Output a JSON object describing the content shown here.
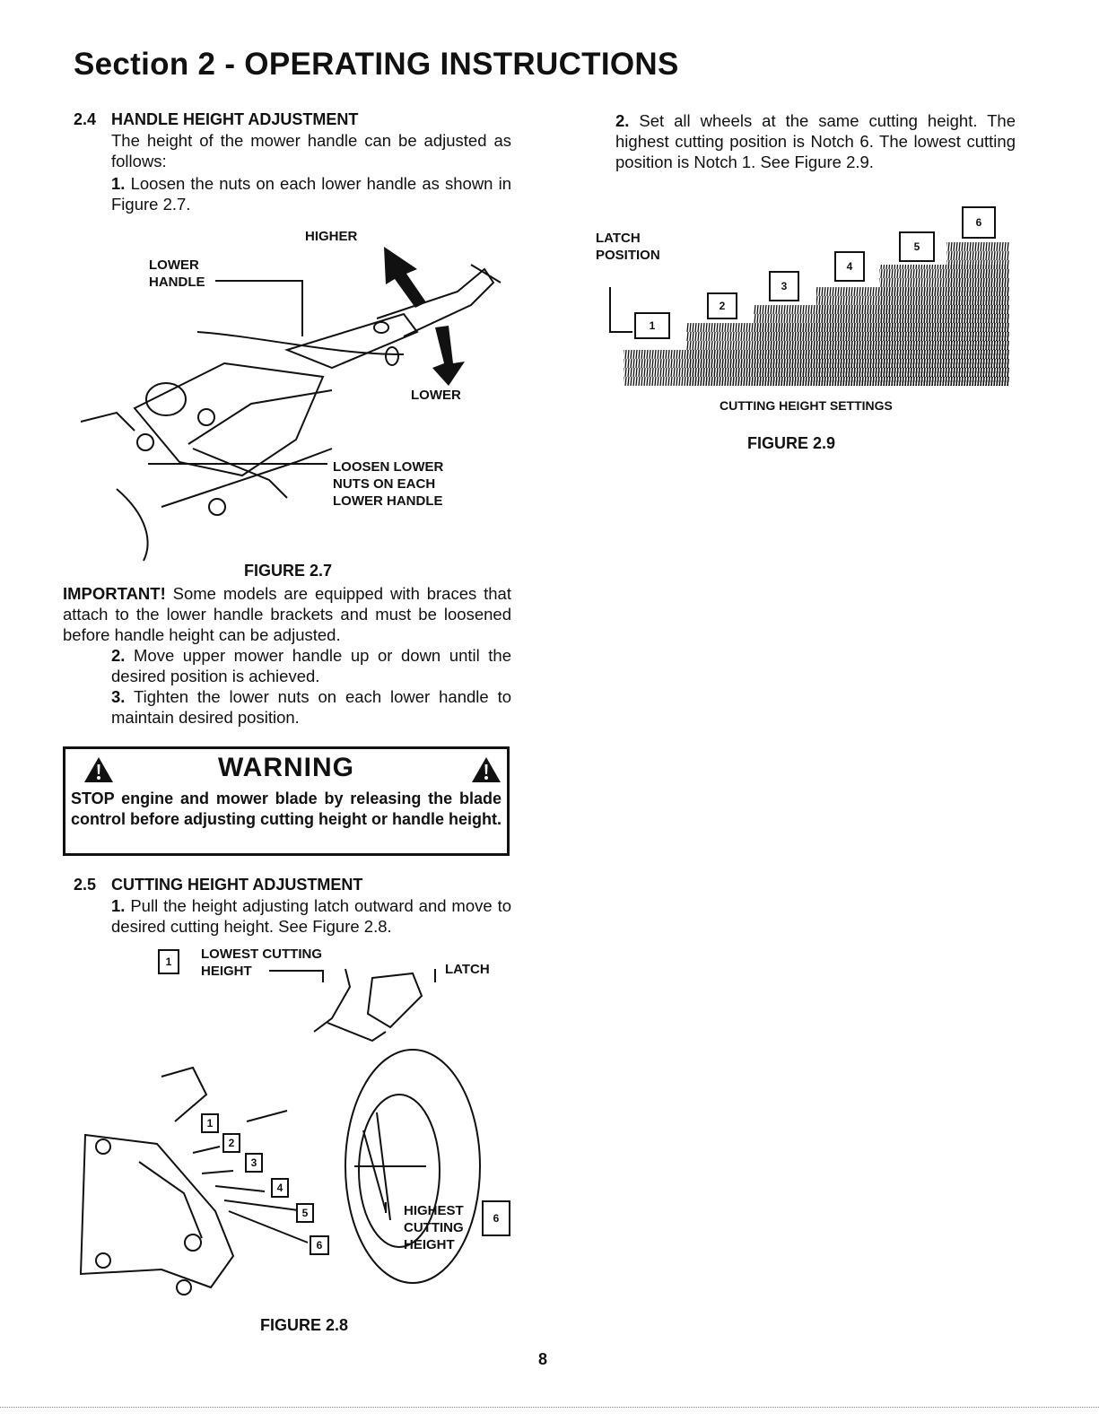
{
  "header": {
    "title": "Section 2 - OPERATING INSTRUCTIONS"
  },
  "section_2_4": {
    "number": "2.4",
    "heading": "HANDLE HEIGHT ADJUSTMENT",
    "intro": "The height of the mower handle can be adjusted as follows:",
    "step1_num": "1.",
    "step1": "Loosen the nuts on each lower handle as shown in Figure 2.7."
  },
  "figure_2_7": {
    "caption": "FIGURE 2.7",
    "label_higher": "HIGHER",
    "label_lower_handle_1": "LOWER",
    "label_lower_handle_2": "HANDLE",
    "label_lower": "LOWER",
    "label_loosen_1": "LOOSEN LOWER",
    "label_loosen_2": "NUTS ON EACH",
    "label_loosen_3": "LOWER HANDLE"
  },
  "important": {
    "lead": "IMPORTANT!",
    "text": "Some models are equipped with braces that attach to the lower handle brackets and must be loosened before handle height can be adjusted.",
    "step2_num": "2.",
    "step2": "Move upper mower handle up or down until the desired position is achieved.",
    "step3_num": "3.",
    "step3": "Tighten the lower nuts on each lower handle to maintain desired position."
  },
  "warning": {
    "title": "WARNING",
    "text": "STOP engine and mower blade by releasing the blade control before adjusting cutting height or handle height."
  },
  "section_2_5": {
    "number": "2.5",
    "heading": "CUTTING HEIGHT ADJUSTMENT",
    "step1_num": "1.",
    "step1": "Pull the height adjusting latch outward and move to desired cutting height. See Figure 2.8."
  },
  "figure_2_8": {
    "caption": "FIGURE 2.8",
    "label_lowest_1": "LOWEST CUTTING",
    "label_lowest_2": "HEIGHT",
    "label_latch": "LATCH",
    "label_highest_1": "HIGHEST",
    "label_highest_2": "CUTTING",
    "label_highest_3": "HEIGHT",
    "notches": [
      "1",
      "2",
      "3",
      "4",
      "5",
      "6"
    ]
  },
  "right_column": {
    "step2_num": "2.",
    "step2": "Set all wheels at the same cutting height. The highest cutting position is Notch 6. The lowest cutting position is Notch 1. See Figure 2.9."
  },
  "figure_2_9": {
    "caption": "FIGURE 2.9",
    "subcaption": "CUTTING HEIGHT SETTINGS",
    "label_latch_1": "LATCH",
    "label_latch_2": "POSITION",
    "notches": [
      "1",
      "2",
      "3",
      "4",
      "5",
      "6"
    ]
  },
  "footer": {
    "page_number": "8"
  }
}
